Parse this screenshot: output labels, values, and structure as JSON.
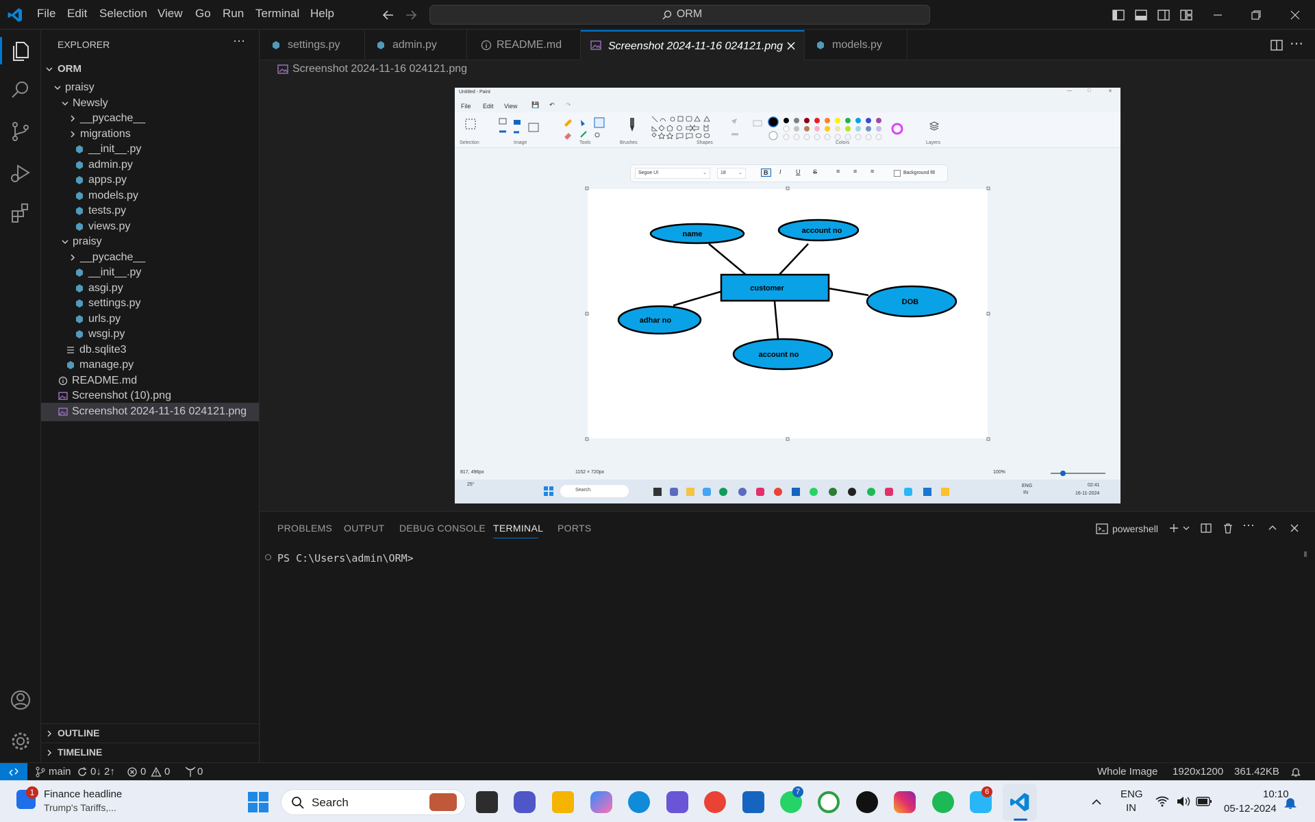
{
  "menu": {
    "file": "File",
    "edit": "Edit",
    "selection": "Selection",
    "view": "View",
    "go": "Go",
    "run": "Run",
    "terminal": "Terminal",
    "help": "Help"
  },
  "command_center": "ORM",
  "explorer": {
    "title": "EXPLORER",
    "root": "ORM",
    "items": [
      {
        "label": "praisy",
        "kind": "folder-open"
      },
      {
        "label": "Newsly",
        "kind": "folder-open"
      },
      {
        "label": "__pycache__",
        "kind": "folder"
      },
      {
        "label": "migrations",
        "kind": "folder"
      },
      {
        "label": "__init__.py",
        "kind": "python"
      },
      {
        "label": "admin.py",
        "kind": "python"
      },
      {
        "label": "apps.py",
        "kind": "python"
      },
      {
        "label": "models.py",
        "kind": "python"
      },
      {
        "label": "tests.py",
        "kind": "python"
      },
      {
        "label": "views.py",
        "kind": "python"
      },
      {
        "label": "praisy",
        "kind": "folder-open"
      },
      {
        "label": "__pycache__",
        "kind": "folder"
      },
      {
        "label": "__init__.py",
        "kind": "python"
      },
      {
        "label": "asgi.py",
        "kind": "python"
      },
      {
        "label": "settings.py",
        "kind": "python"
      },
      {
        "label": "urls.py",
        "kind": "python"
      },
      {
        "label": "wsgi.py",
        "kind": "python"
      },
      {
        "label": "db.sqlite3",
        "kind": "db"
      },
      {
        "label": "manage.py",
        "kind": "python"
      },
      {
        "label": "README.md",
        "kind": "info"
      },
      {
        "label": "Screenshot (10).png",
        "kind": "image"
      },
      {
        "label": "Screenshot 2024-11-16 024121.png",
        "kind": "image"
      }
    ],
    "outline": "OUTLINE",
    "timeline": "TIMELINE"
  },
  "tabs": [
    {
      "label": "settings.py"
    },
    {
      "label": "admin.py"
    },
    {
      "label": "README.md"
    },
    {
      "label": "Screenshot 2024-11-16 024121.png"
    },
    {
      "label": "models.py"
    }
  ],
  "breadcrumb": "Screenshot 2024-11-16 024121.png",
  "paint": {
    "title": "Untitled - Paint",
    "menu": [
      "File",
      "Edit",
      "View"
    ],
    "groups": [
      "Selection",
      "Image",
      "Tools",
      "Brushes",
      "Shapes",
      "Colors",
      "Layers"
    ],
    "font": "Segoe UI",
    "font_size": "18",
    "background_fill": "Background fill",
    "nodes": {
      "customer": "customer",
      "name": "name",
      "account_top": "account no",
      "dob": "DOB",
      "adhar": "adhar no",
      "account_bottom": "account no"
    },
    "status_pos": "817, 496px",
    "status_size": "1152 × 720px",
    "zoom": "100%",
    "inner_taskbar": {
      "search": "Search",
      "lang": "ENG",
      "region": "IN",
      "time": "02:41",
      "date": "16-11-2024",
      "temp": "25°"
    },
    "node_color": "#0aa2e6"
  },
  "panel": {
    "tabs": [
      "PROBLEMS",
      "OUTPUT",
      "DEBUG CONSOLE",
      "TERMINAL",
      "PORTS"
    ],
    "terminal_name": "powershell",
    "prompt": "PS C:\\Users\\admin\\ORM>"
  },
  "status": {
    "branch": "main",
    "sync": "0↓ 2↑",
    "errors": "0",
    "warnings": "0",
    "ports": "0",
    "image_mode": "Whole Image",
    "dimensions": "1920x1200",
    "size": "361.42KB"
  },
  "taskbar": {
    "news_title": "Finance headline",
    "news_sub": "Trump's Tariffs,...",
    "news_badge": "1",
    "search": "Search",
    "lang": "ENG",
    "region": "IN",
    "time": "10:10",
    "date": "05-12-2024",
    "whatsapp_badge": "7",
    "store_badge": "6"
  },
  "colors": {
    "accent": "#0078d4",
    "python_icon": "#519aba",
    "image_icon": "#a074c4",
    "paint_node": "#0aa2e6"
  }
}
